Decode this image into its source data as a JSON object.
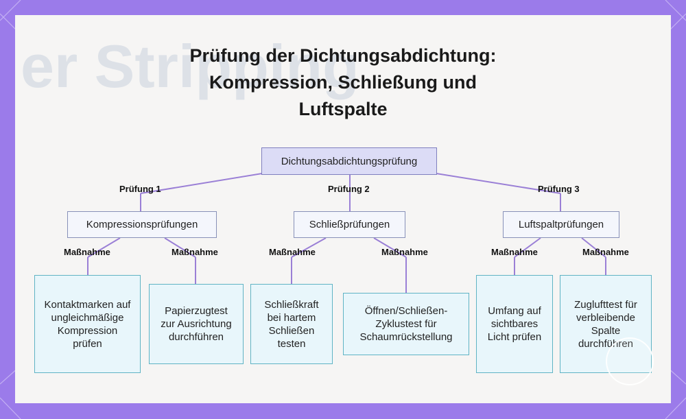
{
  "title": {
    "line1": "Prüfung der Dichtungsabdichtung:",
    "line2": "Kompression, Schließung und",
    "line3": "Luftspalte"
  },
  "root": "Dichtungsabdichtungsprüfung",
  "branch_labels": [
    "Prüfung 1",
    "Prüfung 2",
    "Prüfung 3"
  ],
  "groups": [
    {
      "label": "Kompressionsprüfungen",
      "actions": [
        "Maßnahme",
        "Maßnahme"
      ],
      "leaves": [
        "Kontaktmarken auf ungleichmäßige Kompression prüfen",
        "Papierzugtest zur Ausrichtung durchführen"
      ]
    },
    {
      "label": "Schließprüfungen",
      "actions": [
        "Maßnahme",
        "Maßnahme"
      ],
      "leaves": [
        "Schließkraft bei hartem Schließen testen",
        "Öffnen/Schließen-Zyklustest für Schaumrückstellung"
      ]
    },
    {
      "label": "Luftspaltprüfungen",
      "actions": [
        "Maßnahme",
        "Maßnahme"
      ],
      "leaves": [
        "Umfang auf sichtbares Licht prüfen",
        "Zuglufttest für verbleibende Spalte durchführen"
      ]
    }
  ],
  "colors": {
    "frame": "#9b7bea",
    "edge": "#9a7fd6",
    "root_fill": "#dcdcf6",
    "leaf_fill": "#e8f6fb",
    "leaf_border": "#5fb3c4"
  }
}
